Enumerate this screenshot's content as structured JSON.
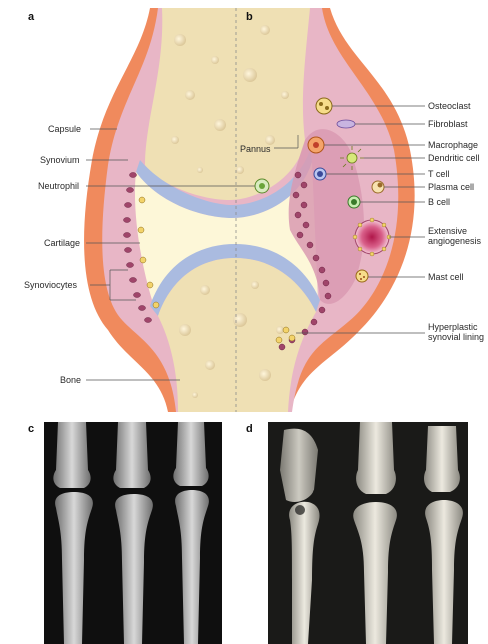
{
  "panels": {
    "a": "a",
    "b": "b",
    "c": "c",
    "d": "d"
  },
  "left_labels": {
    "capsule": "Capsule",
    "synovium": "Synovium",
    "neutrophil": "Neutrophil",
    "cartilage": "Cartilage",
    "synoviocytes": "Synoviocytes",
    "bone": "Bone"
  },
  "center_labels": {
    "pannus": "Pannus"
  },
  "right_labels": {
    "osteoclast": "Osteoclast",
    "fibroblast": "Fibroblast",
    "macrophage": "Macrophage",
    "dendritic_cell": "Dendritic cell",
    "t_cell": "T cell",
    "plasma_cell": "Plasma cell",
    "b_cell": "B cell",
    "extensive_angiogenesis_1": "Extensive",
    "extensive_angiogenesis_2": "angiogenesis",
    "mast_cell": "Mast cell",
    "hyperplastic_1": "Hyperplastic",
    "hyperplastic_2": "synovial lining"
  },
  "colors": {
    "capsule": "#f08a5d",
    "synovium": "#e8b6c6",
    "bone": "#efe0b4",
    "cartilage": "#aabbe0",
    "fluid": "#fdf7d8",
    "xray_bg": "#0f0f0f"
  }
}
